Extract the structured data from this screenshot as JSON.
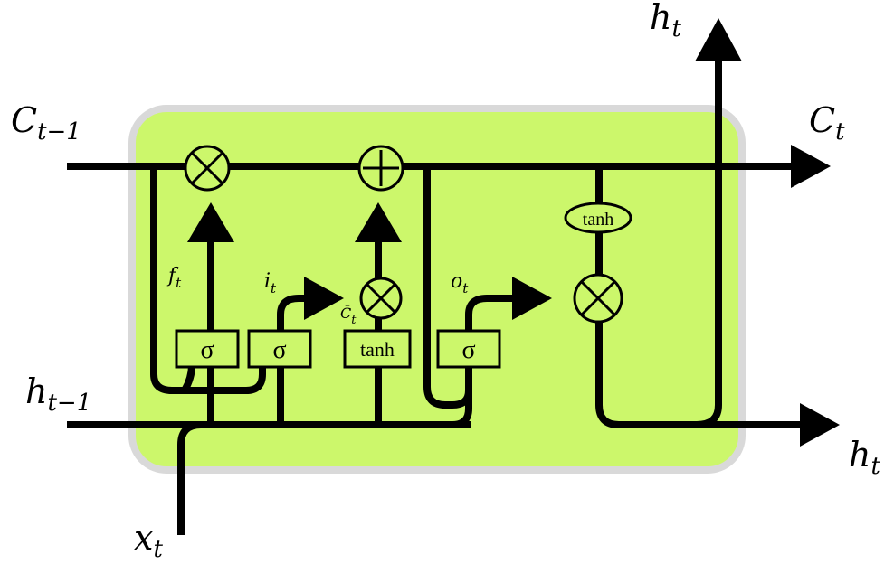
{
  "labels": {
    "c_prev": {
      "base": "C",
      "sub": "t−1"
    },
    "c_next": {
      "base": "C",
      "sub": "t"
    },
    "h_prev": {
      "base": "h",
      "sub": "t−1"
    },
    "h_out_right": {
      "base": "h",
      "sub": "t"
    },
    "h_out_top": {
      "base": "h",
      "sub": "t"
    },
    "x_in": {
      "base": "x",
      "sub": "t"
    },
    "forget_gate": {
      "base": "f",
      "sub": "t"
    },
    "input_gate": {
      "base": "i",
      "sub": "t"
    },
    "candidate": {
      "base": "C̄",
      "sub": "t"
    },
    "output_gate": {
      "base": "o",
      "sub": "t"
    }
  },
  "boxes": {
    "sigma_forget": "σ",
    "sigma_input": "σ",
    "tanh_candidate": "tanh",
    "sigma_output": "σ",
    "tanh_cell": "tanh"
  },
  "operators": {
    "multiply": "⊗",
    "add": "⊕"
  },
  "colors": {
    "cell_fill": "#ccf76b",
    "cell_border": "#d9d9d9",
    "box_fill": "#ccf76b",
    "ink": "#000000"
  }
}
